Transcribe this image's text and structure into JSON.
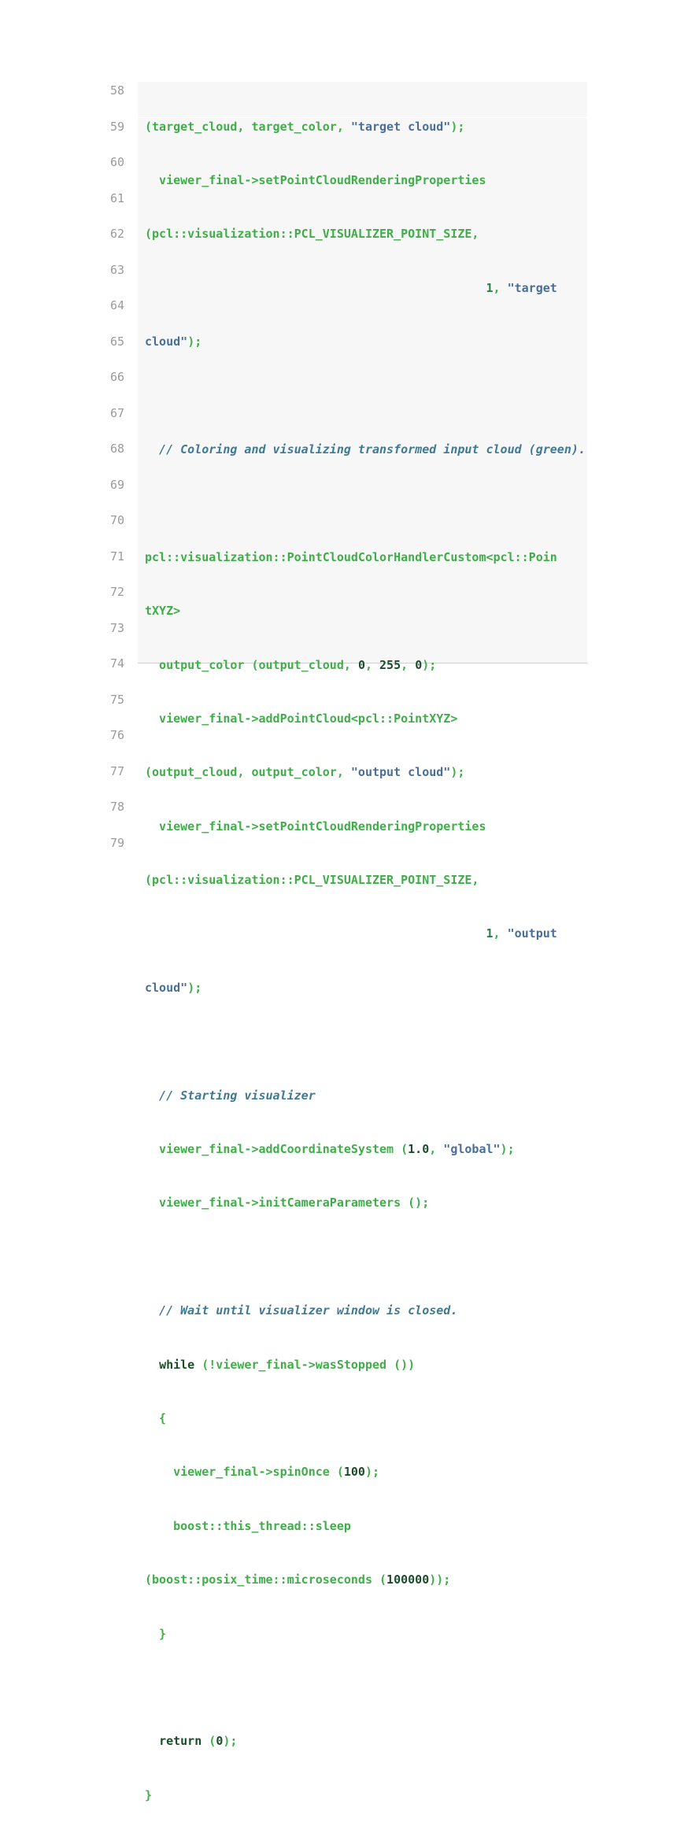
{
  "line_numbers": [
    "58",
    "59",
    "60",
    "61",
    "62",
    "63",
    "64",
    "65",
    "66",
    "67",
    "68",
    "69",
    "70",
    "71",
    "72",
    "73",
    "74",
    "75",
    "76",
    "77",
    "78",
    "79"
  ],
  "code": {
    "l1": {
      "a": "(target_cloud, target_color, ",
      "b": "\"target cloud\"",
      "c": ");"
    },
    "l2": "  viewer_final->setPointCloudRenderingProperties",
    "l3": "(pcl::visualization::PCL_VISUALIZER_POINT_SIZE,",
    "l4": {
      "pad": "                                                ",
      "num": "1",
      "sep": ", ",
      "str": "\"target"
    },
    "l5": {
      "str": "cloud\"",
      "end": ");"
    },
    "l6": "",
    "l7": "  // Coloring and visualizing transformed input cloud (green).",
    "l8": "",
    "l9": "pcl::visualization::PointCloudColorHandlerCustom<pcl::Poin",
    "l10": "tXYZ>",
    "l11": {
      "a": "  output_color (output_cloud, ",
      "n1": "0",
      "s1": ", ",
      "n2": "255",
      "s2": ", ",
      "n3": "0",
      "b": ");"
    },
    "l12": "  viewer_final->addPointCloud<pcl::PointXYZ>",
    "l13": {
      "a": "(output_cloud, output_color, ",
      "b": "\"output cloud\"",
      "c": ");"
    },
    "l14": "  viewer_final->setPointCloudRenderingProperties",
    "l15": "(pcl::visualization::PCL_VISUALIZER_POINT_SIZE,",
    "l16": {
      "pad": "                                                ",
      "num": "1",
      "sep": ", ",
      "str": "\"output"
    },
    "l17": {
      "str": "cloud\"",
      "end": ");"
    },
    "l18": "",
    "l19": "  // Starting visualizer",
    "l20": {
      "a": "  viewer_final->addCoordinateSystem (",
      "n": "1.0",
      "s": ", ",
      "str": "\"global\"",
      "b": ");"
    },
    "l21": "  viewer_final->initCameraParameters ();",
    "l22": "",
    "l23": "  // Wait until visualizer window is closed.",
    "l24": {
      "pre": "  ",
      "kw": "while",
      "rest": " (!viewer_final->wasStopped ())"
    },
    "l25": "  {",
    "l26": {
      "a": "    viewer_final->spinOnce (",
      "n": "100",
      "b": ");"
    },
    "l27": "    boost::this_thread::sleep",
    "l28": {
      "a": "(boost::posix_time::microseconds (",
      "n": "100000",
      "b": "));"
    },
    "l29": "  }",
    "l30": "",
    "l31": {
      "pre": "  ",
      "kw": "return",
      "a": " (",
      "n": "0",
      "b": ");"
    },
    "l32": "}"
  }
}
